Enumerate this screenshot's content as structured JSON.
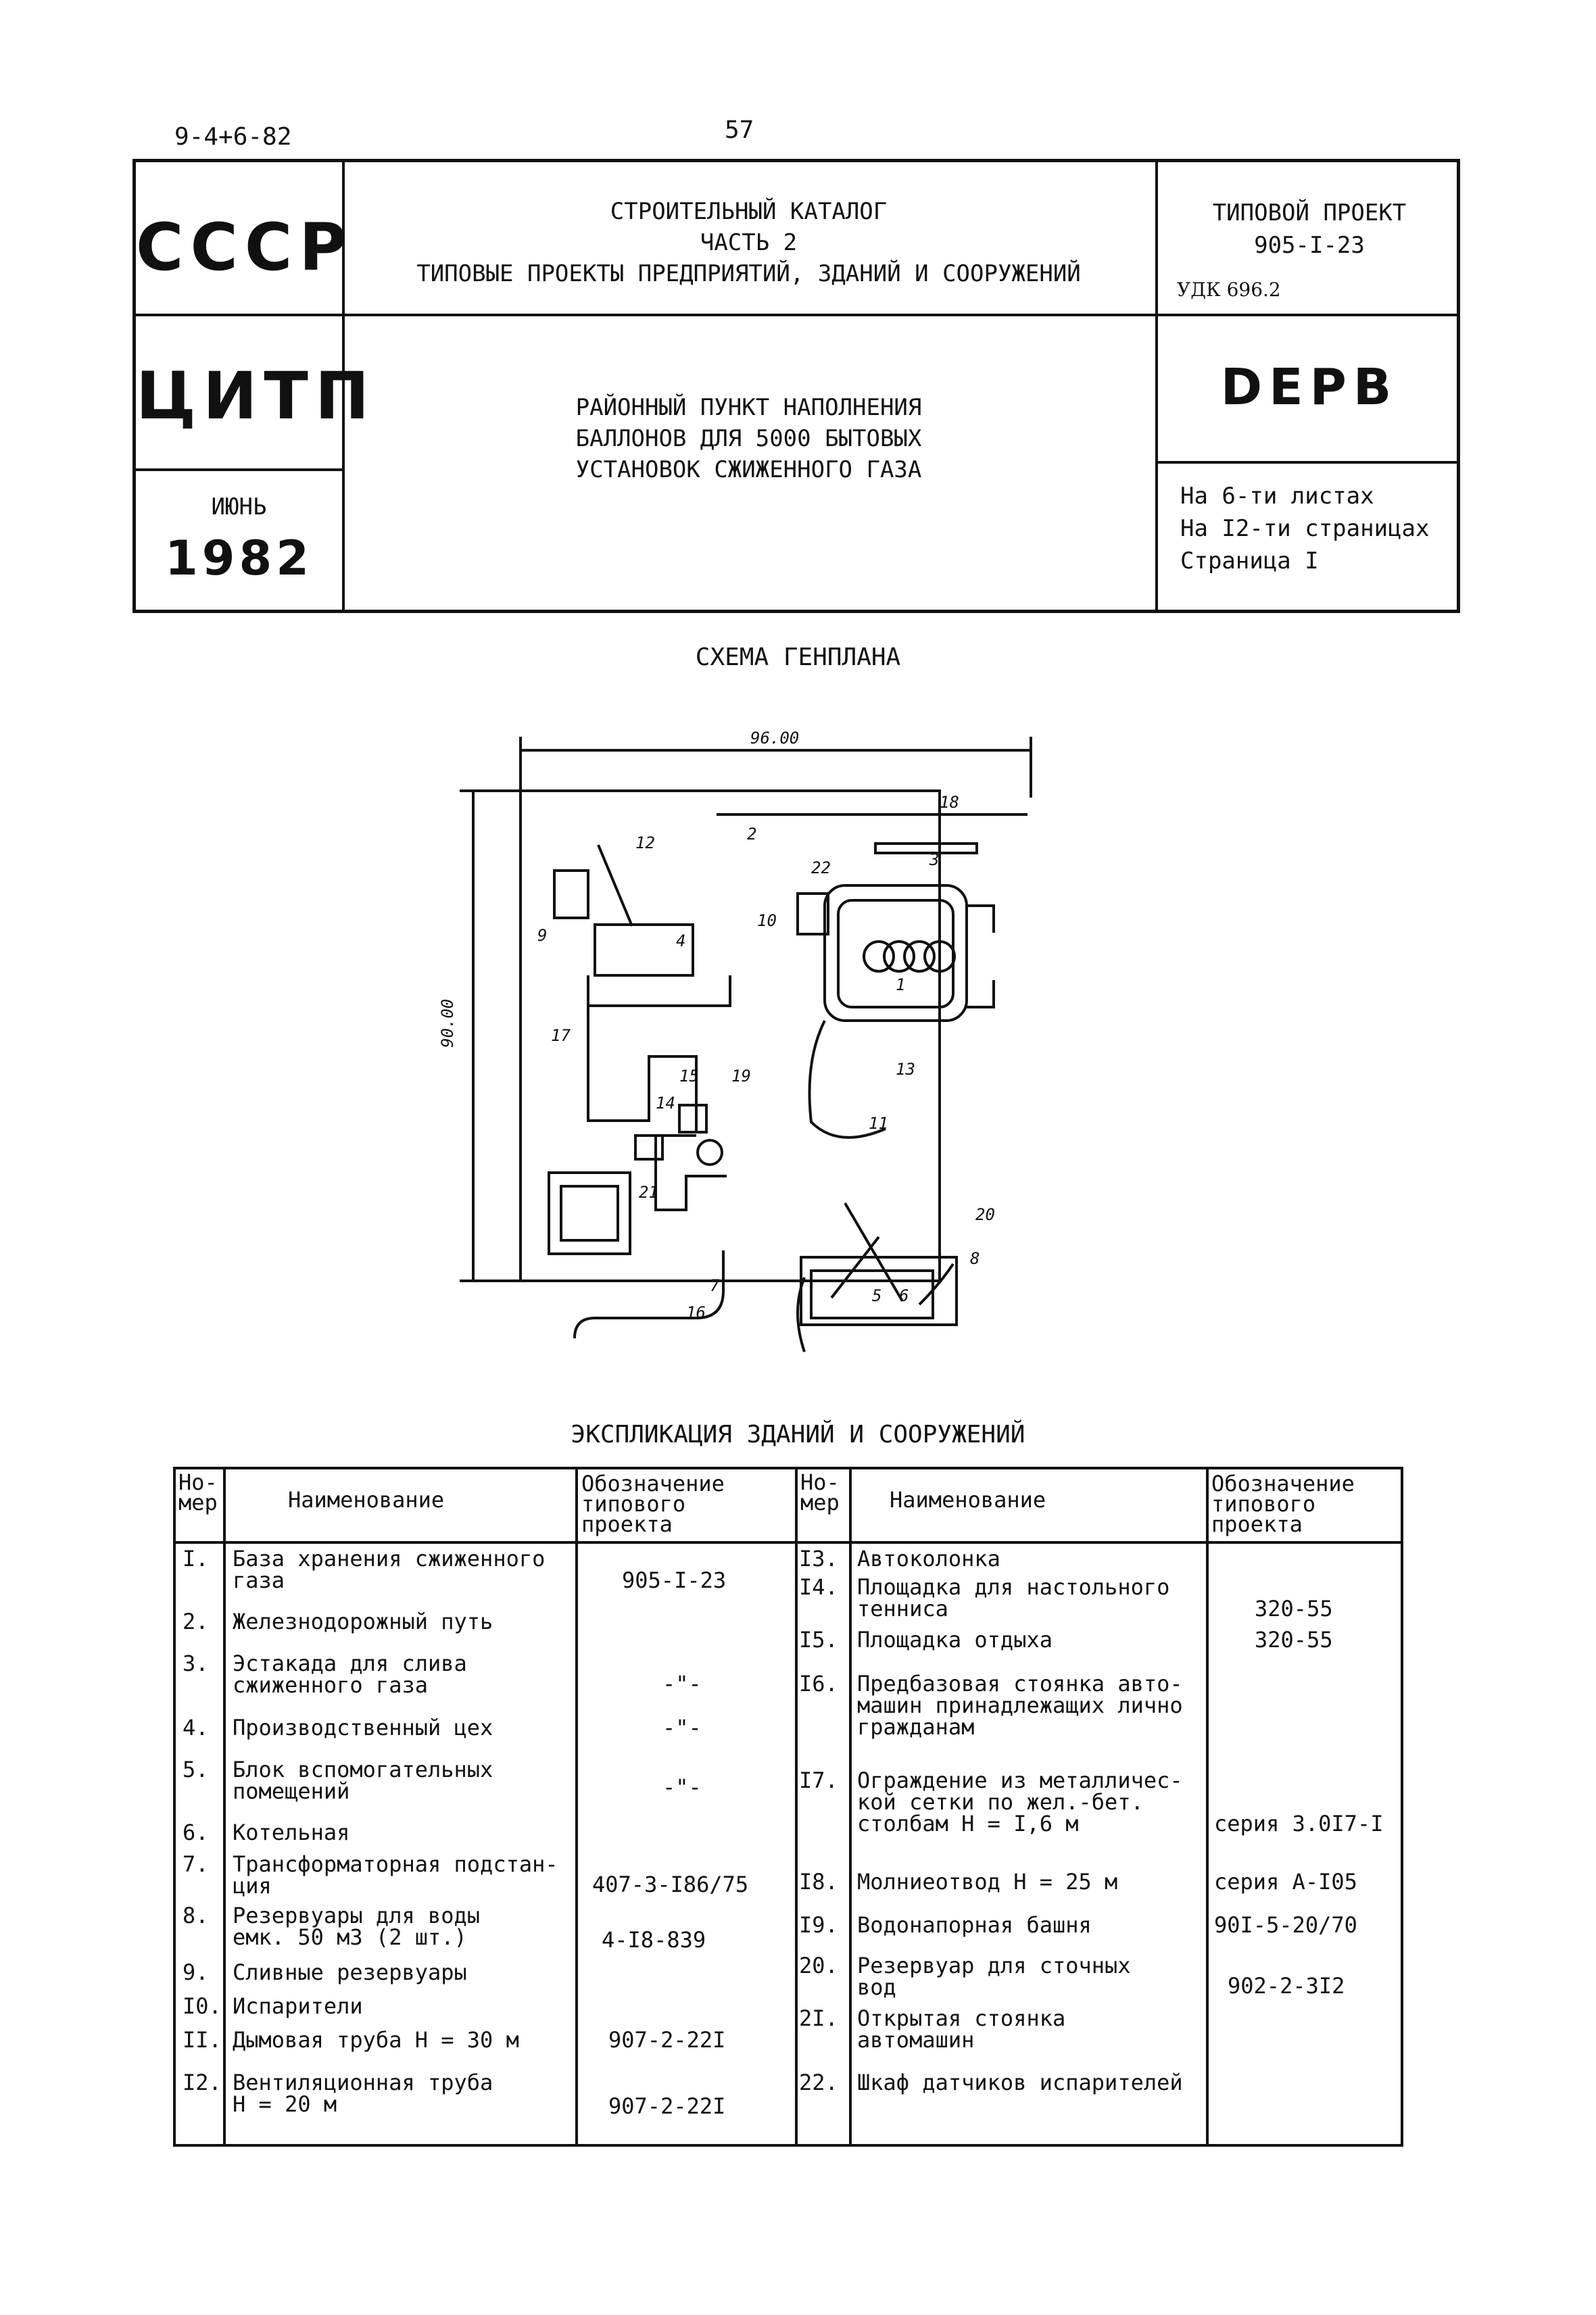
{
  "doc_code": "9-4+6-82",
  "page_number": "57",
  "header": {
    "org_left_top": "СССР",
    "org_left_mid": "ЦИТП",
    "month": "ИЮНЬ",
    "year": "1982",
    "catalog_lines": [
      "СТРОИТЕЛЬНЫЙ КАТАЛОГ",
      "ЧАСТЬ 2",
      "ТИПОВЫЕ ПРОЕКТЫ ПРЕДПРИЯТИЙ, ЗДАНИЙ И СООРУЖЕНИЙ"
    ],
    "project_label": "ТИПОВОЙ ПРОЕКТ",
    "project_number": "905-I-23",
    "udk": "УДК 696.2",
    "title_lines": [
      "РАЙОННЫЙ ПУНКТ НАПОЛНЕНИЯ",
      "БАЛЛОНОВ ДЛЯ 5000 БЫТОВЫХ",
      "УСТАНОВОК СЖИЖЕННОГО ГАЗА"
    ],
    "code": "DEPB",
    "sheets": "На 6-ти листах",
    "pages": "На I2-ти страницах",
    "page": "Страница I"
  },
  "scheme": {
    "title": "СХЕМА ГЕНПЛАНА",
    "width_dim": "96.00",
    "height_dim": "90.00",
    "labels": [
      "1",
      "2",
      "3",
      "4",
      "5",
      "6",
      "7",
      "8",
      "9",
      "10",
      "11",
      "12",
      "13",
      "14",
      "15",
      "16",
      "17",
      "18",
      "19",
      "20",
      "21",
      "22"
    ]
  },
  "explication": {
    "title": "ЭКСПЛИКАЦИЯ ЗДАНИЙ И СООРУЖЕНИЙ",
    "headers": {
      "num": "Но-\nмер",
      "name": "Наименование",
      "designation": "Обозначение\nтипового\nпроекта"
    },
    "left_rows": [
      {
        "num": "I.",
        "name": "База хранения сжиженного\nгаза",
        "code": "905-I-23"
      },
      {
        "num": "2.",
        "name": "Железнодорожный путь",
        "code": ""
      },
      {
        "num": "3.",
        "name": "Эстакада для слива\nсжиженного газа",
        "code": "-\"-"
      },
      {
        "num": "4.",
        "name": "Производственный цех",
        "code": "-\"-"
      },
      {
        "num": "5.",
        "name": "Блок вспомогательных\nпомещений",
        "code": "-\"-"
      },
      {
        "num": "6.",
        "name": "Котельная",
        "code": ""
      },
      {
        "num": "7.",
        "name": "Трансформаторная подстан-\nция",
        "code": "407-3-I86/75"
      },
      {
        "num": "8.",
        "name": "Резервуары для воды\nемк. 50 м3 (2 шт.)",
        "code": "4-I8-839"
      },
      {
        "num": "9.",
        "name": "Сливные резервуары",
        "code": ""
      },
      {
        "num": "I0.",
        "name": "Испарители",
        "code": ""
      },
      {
        "num": "II.",
        "name": "Дымовая труба Н = 30 м",
        "code": "907-2-22I"
      },
      {
        "num": "I2.",
        "name": "Вентиляционная труба\nН = 20 м",
        "code": "907-2-22I"
      }
    ],
    "right_rows": [
      {
        "num": "I3.",
        "name": "Автоколонка",
        "code": ""
      },
      {
        "num": "I4.",
        "name": "Площадка для настольного\nтенниса",
        "code": "320-55"
      },
      {
        "num": "I5.",
        "name": "Площадка отдыха",
        "code": "320-55"
      },
      {
        "num": "I6.",
        "name": "Предбазовая стоянка авто-\nмашин принадлежащих лично\nгражданам",
        "code": ""
      },
      {
        "num": "I7.",
        "name": "Ограждение из металличес-\nкой сетки по жел.-бет.\nстолбам Н = I,6 м",
        "code": "серия 3.0I7-I"
      },
      {
        "num": "I8.",
        "name": "Молниеотвод Н = 25 м",
        "code": "серия А-I05"
      },
      {
        "num": "I9.",
        "name": "Водонапорная башня",
        "code": "90I-5-20/70"
      },
      {
        "num": "20.",
        "name": "Резервуар для сточных\nвод",
        "code": "902-2-3I2"
      },
      {
        "num": "2I.",
        "name": "Открытая стоянка\nавтомашин",
        "code": ""
      },
      {
        "num": "22.",
        "name": "Шкаф датчиков испарителей",
        "code": ""
      }
    ]
  }
}
